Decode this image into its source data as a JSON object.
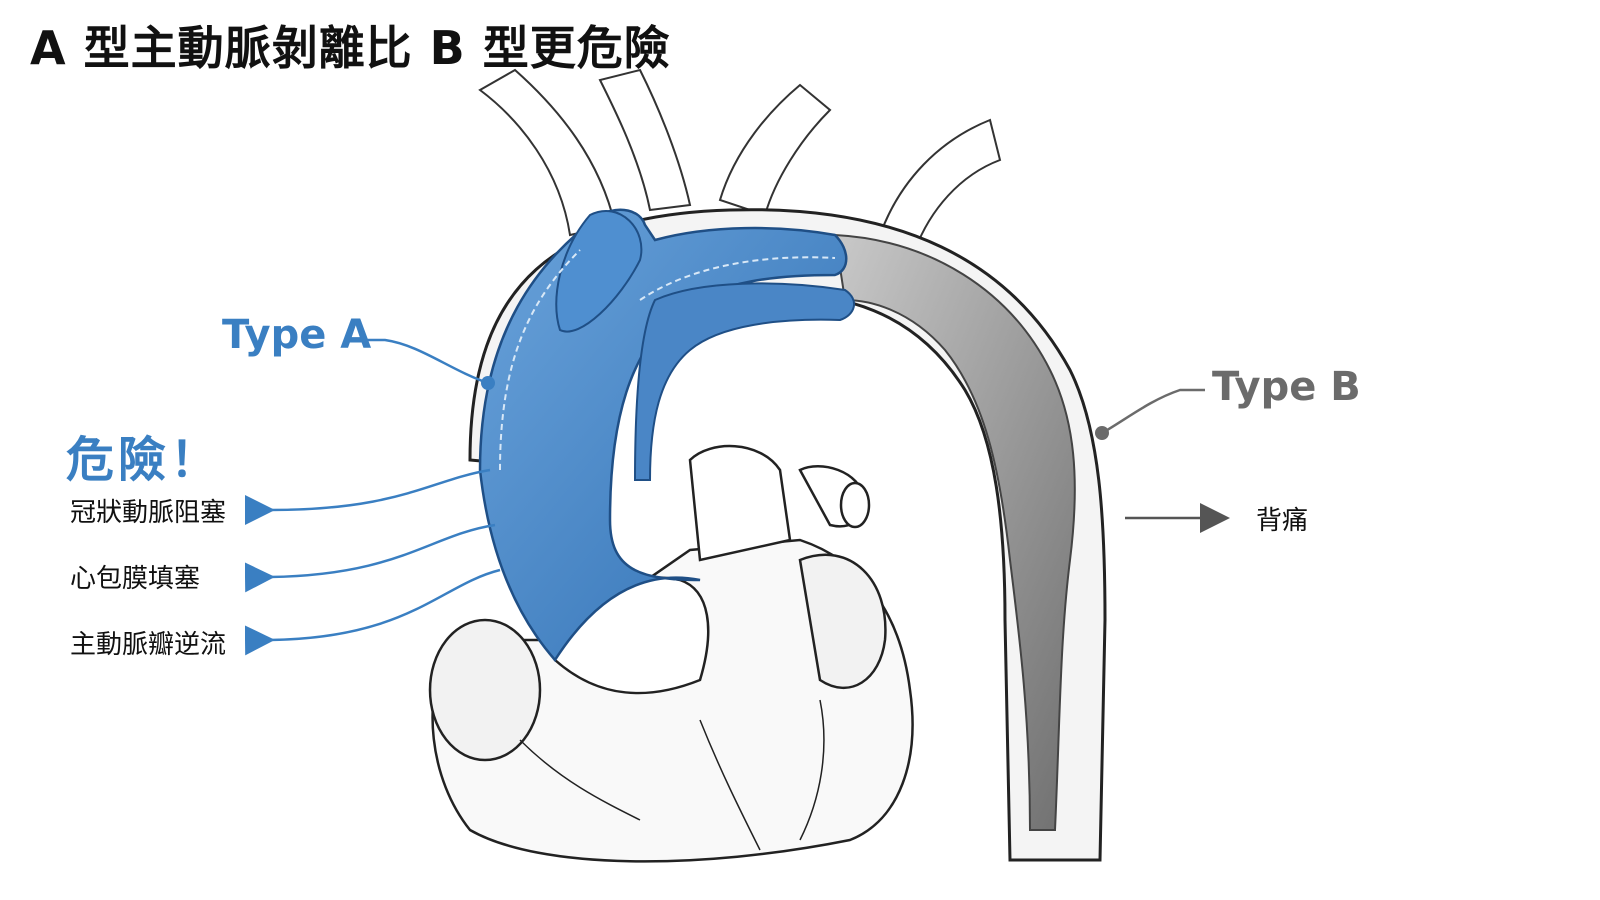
{
  "title": "A 型主動脈剝離比 B 型更危險",
  "type_a": {
    "label": "Type A",
    "danger_label": "危險！",
    "consequences": [
      "冠狀動脈阻塞",
      "心包膜填塞",
      "主動脈瓣逆流"
    ],
    "color": "#3a7fc2"
  },
  "type_b": {
    "label": "Type B",
    "consequence": "背痛",
    "color": "#6b6b6b"
  }
}
